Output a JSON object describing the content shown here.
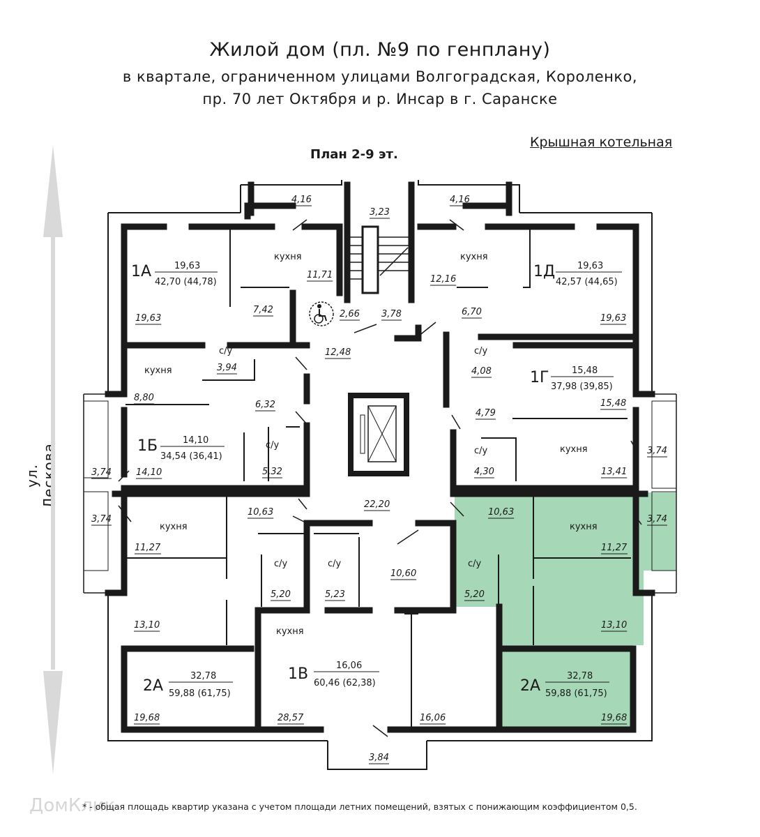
{
  "header": {
    "title": "Жилой дом (пл. №9 по генплану)",
    "subtitle_line1": "в квартале, ограниченном улицами Волгоградская, Короленко,",
    "subtitle_line2": "пр. 70 лет Октября и р. Инсар в г. Саранске",
    "plan_title": "План 2-9 эт.",
    "boiler_label": "Крышная котельная"
  },
  "street_label": "ул. Лескова",
  "footnote": "* - общая площадь квартир указана с учетом площади летних помещений, взятых с понижающим коэффициентом 0,5.",
  "watermark": "ДомКлик",
  "colors": {
    "highlight": "#a6d8b8",
    "wall": "#1a1a1a",
    "arrow": "#d9d9d9"
  },
  "apartments": [
    {
      "code": "1А",
      "living": "19,63",
      "total": "42,70 (44,78)"
    },
    {
      "code": "1Д",
      "living": "19,63",
      "total": "42,57 (44,65)"
    },
    {
      "code": "1Б",
      "living": "14,10",
      "total": "34,54 (36,41)"
    },
    {
      "code": "1Г",
      "living": "15,48",
      "total": "37,98 (39,85)"
    },
    {
      "code": "2А",
      "living": "32,78",
      "total": "59,88 (61,75)"
    },
    {
      "code": "1В",
      "living": "16,06",
      "total": "60,46 (62,38)"
    },
    {
      "code": "2А",
      "living": "32,78",
      "total": "59,88 (61,75)"
    }
  ],
  "room_labels": {
    "kitchen": "кухня",
    "bath": "с/у"
  },
  "areas": [
    "4,16",
    "3,23",
    "4,16",
    "11,71",
    "12,16",
    "7,42",
    "2,66",
    "3,78",
    "6,70",
    "19,63",
    "19,63",
    "12,48",
    "3,94",
    "4,08",
    "8,80",
    "6,32",
    "4,79",
    "15,48",
    "5,32",
    "4,30",
    "13,41",
    "3,74",
    "3,74",
    "14,10",
    "3,74",
    "22,20",
    "10,63",
    "10,63",
    "3,74",
    "11,27",
    "11,27",
    "5,20",
    "5,23",
    "10,60",
    "5,20",
    "13,10",
    "13,10",
    "19,68",
    "28,57",
    "16,06",
    "19,68",
    "3,84"
  ]
}
